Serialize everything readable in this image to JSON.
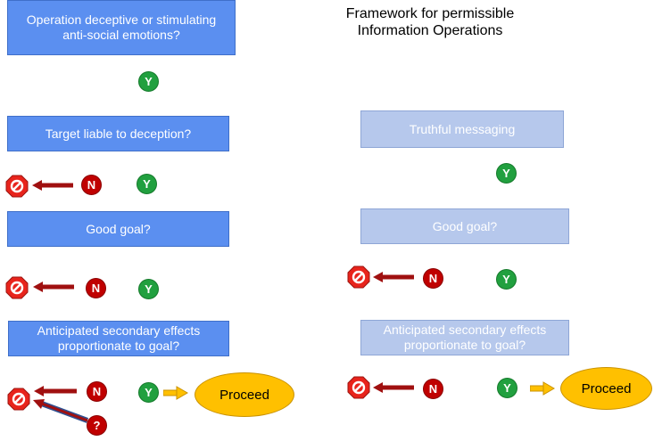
{
  "title": "Framework for permissible Information Operations",
  "left": {
    "box1": "Operation deceptive or stimulating anti-social emotions?",
    "box2": "Target liable to deception?",
    "box3": "Good goal?",
    "box4": "Anticipated secondary effects proportionate to goal?",
    "proceed": "Proceed"
  },
  "right": {
    "box1": "Truthful messaging",
    "box2": "Good goal?",
    "box3": "Anticipated secondary effects proportionate to goal?",
    "proceed": "Proceed"
  },
  "labels": {
    "yes": "Y",
    "no": "N",
    "unknown": "?"
  },
  "colors": {
    "dark_box": "#5b8ff0",
    "light_box": "#b6c8ec",
    "yes_circle": "#21a03f",
    "no_circle": "#c00000",
    "stop_sign": "#e8241c",
    "arrow": "#a01010",
    "proceed_oval": "#ffc000"
  },
  "icons": [
    "stop-sign-icon",
    "left-arrow-icon",
    "right-arrow-icon"
  ]
}
